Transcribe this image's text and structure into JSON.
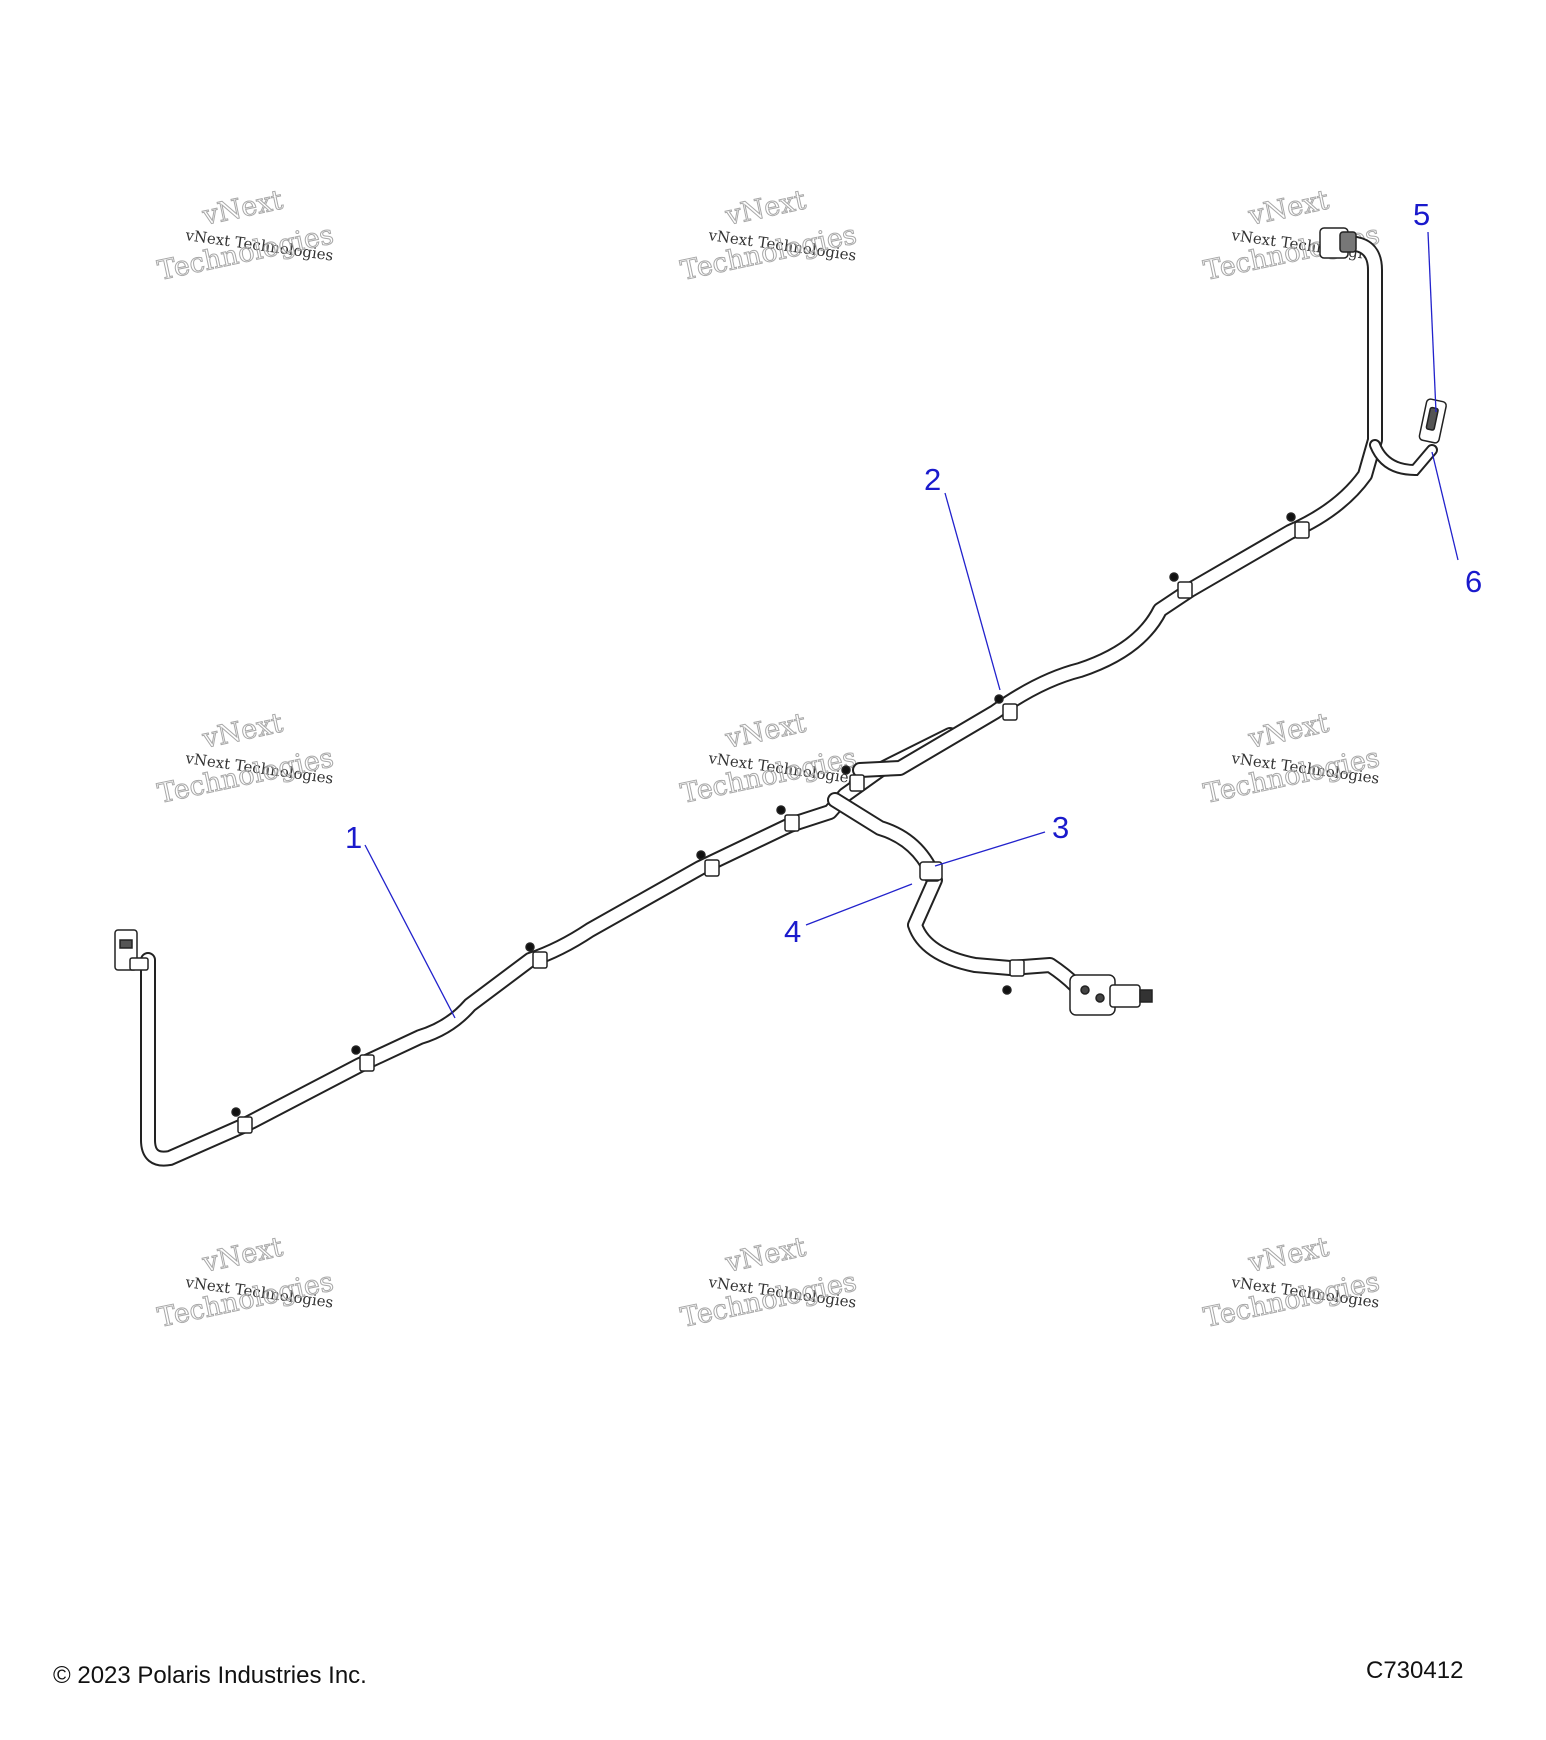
{
  "callouts": [
    {
      "label": "1"
    },
    {
      "label": "2"
    },
    {
      "label": "3"
    },
    {
      "label": "4"
    },
    {
      "label": "5"
    },
    {
      "label": "6"
    }
  ],
  "watermark": {
    "line1": "vNext",
    "line2": "vNext Technologies",
    "line3": "Technologies"
  },
  "footer": {
    "copyright": "© 2023 Polaris Industries Inc.",
    "figure_id": "C730412"
  },
  "colors": {
    "callout": "#1a1acc",
    "harness": "#222222",
    "background": "#ffffff"
  }
}
